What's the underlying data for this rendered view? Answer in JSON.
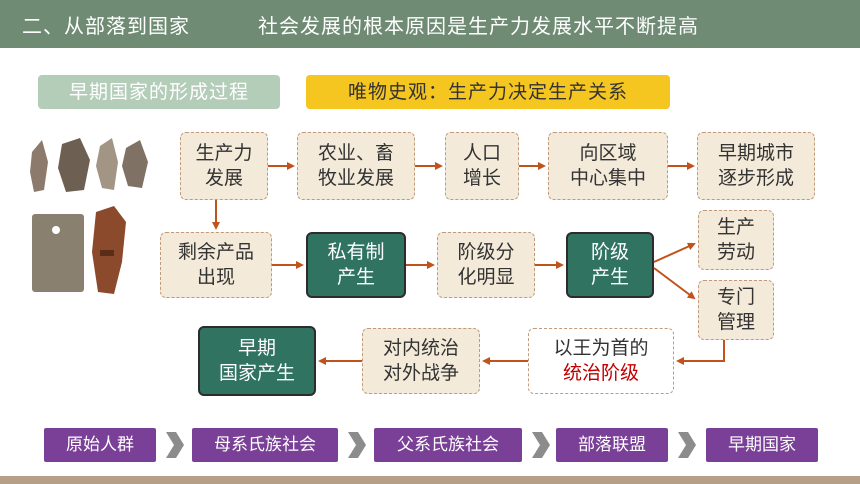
{
  "header": {
    "left": "二、从部落到国家",
    "right": "社会发展的根本原因是生产力发展水平不断提高"
  },
  "tags": {
    "formation": "早期国家的形成过程",
    "materialism": "唯物史观：生产力决定生产关系"
  },
  "flow": {
    "productivity": [
      "生产力",
      "发展"
    ],
    "agriculture": [
      "农业、畜",
      "牧业发展"
    ],
    "population": [
      "人口",
      "增长"
    ],
    "region": [
      "向区域",
      "中心集中"
    ],
    "cities": [
      "早期城市",
      "逐步形成"
    ],
    "surplus": [
      "剩余产品",
      "出现"
    ],
    "private": [
      "私有制",
      "产生"
    ],
    "class_div": [
      "阶级分",
      "化明显"
    ],
    "class": [
      "阶级",
      "产生"
    ],
    "labor": [
      "生产",
      "劳动"
    ],
    "management": [
      "专门",
      "管理"
    ],
    "king": [
      "以王为首的",
      "统治阶级"
    ],
    "rule": [
      "对内统治",
      "对外战争"
    ],
    "state": [
      "早期",
      "国家产生"
    ]
  },
  "stages": [
    "原始人群",
    "母系氏族社会",
    "父系氏族社会",
    "部落联盟",
    "早期国家"
  ],
  "colors": {
    "header": "#6f8b74",
    "dark_box": "#2f7360",
    "stage": "#7a3f96",
    "arrow": "#c0531c",
    "accent_red": "#c00000"
  }
}
